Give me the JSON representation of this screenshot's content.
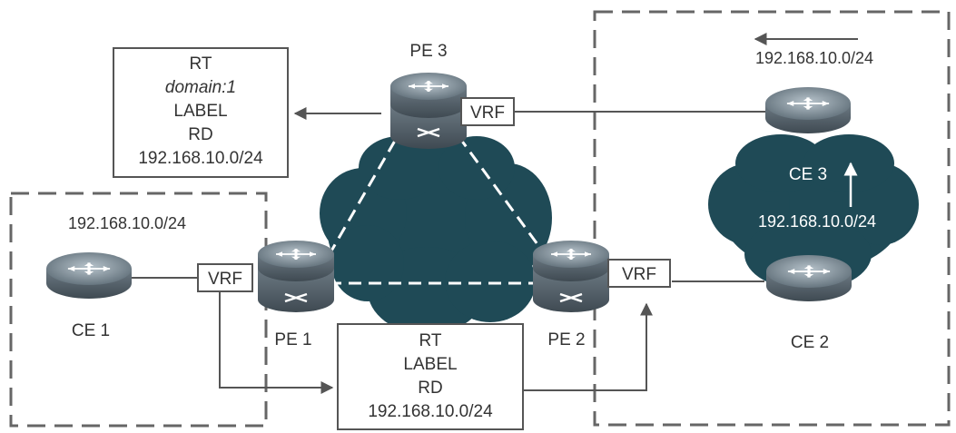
{
  "colors": {
    "cloud": "#1f4a56",
    "line": "#555555",
    "dash": "#666666",
    "box_border": "#555555"
  },
  "routers": {
    "pe3": "PE 3",
    "pe1": "PE 1",
    "pe2": "PE 2",
    "ce1": "CE 1",
    "ce2": "CE 2",
    "ce3": "CE 3"
  },
  "vrf": {
    "pe3": "VRF",
    "pe1": "VRF",
    "pe2": "VRF"
  },
  "box_top": {
    "rt": "RT",
    "domain": "domain:1",
    "label": "LABEL",
    "rd": "RD",
    "prefix": "192.168.10.0/24"
  },
  "box_bottom": {
    "rt": "RT",
    "label": "LABEL",
    "rd": "RD",
    "prefix": "192.168.10.0/24"
  },
  "prefix_ce1": "192.168.10.0/24",
  "prefix_top_right": "192.168.10.0/24",
  "prefix_ce3_cloud": "192.168.10.0/24"
}
